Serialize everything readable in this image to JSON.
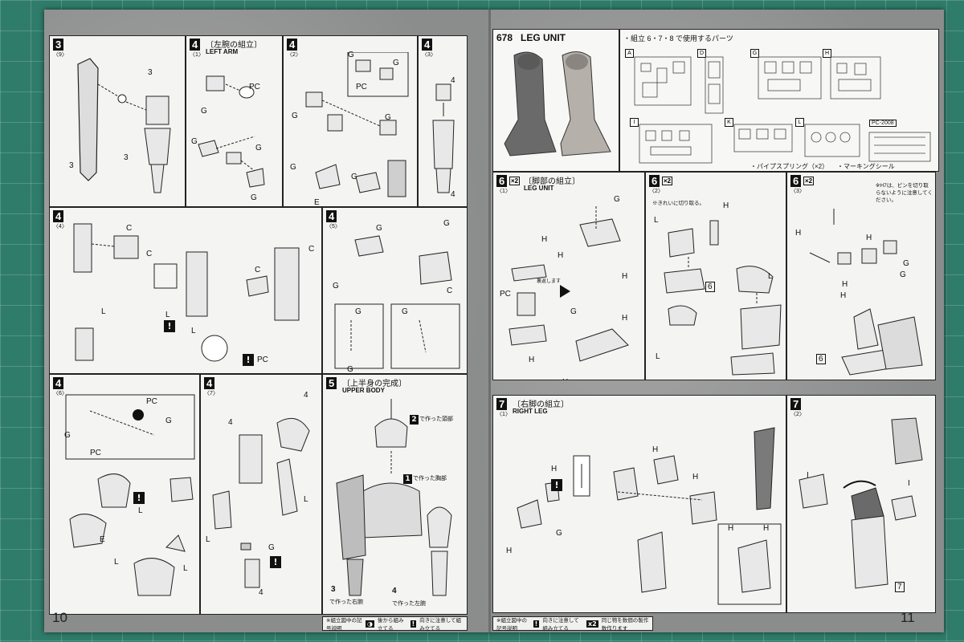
{
  "left_page": {
    "page_number": "10",
    "legend": {
      "title": "※組立図中の記号説明",
      "items": [
        {
          "symbol": "◑",
          "text": "後から組み立てる"
        },
        {
          "symbol": "!",
          "text": "向きに注意して組み立てる"
        }
      ]
    },
    "steps": [
      {
        "number": "3",
        "sub": "〈9〉",
        "parts": [
          "3",
          "3",
          "3"
        ]
      },
      {
        "number": "4",
        "sub": "〈1〉",
        "title_jp": "〔左腕の組立〕",
        "title_en": "LEFT ARM",
        "parts": [
          "PC",
          "G",
          "G",
          "G",
          "G"
        ]
      },
      {
        "number": "4",
        "sub": "〈2〉",
        "parts": [
          "G",
          "G",
          "PC",
          "G",
          "G",
          "G",
          "G",
          "E"
        ]
      },
      {
        "number": "4",
        "sub": "〈3〉",
        "parts": [
          "4",
          "4"
        ]
      },
      {
        "number": "4",
        "sub": "〈4〉",
        "parts": [
          "C",
          "C",
          "C",
          "C",
          "L",
          "L",
          "L",
          "PC"
        ]
      },
      {
        "number": "4",
        "sub": "〈5〉",
        "parts": [
          "G",
          "G",
          "G",
          "G",
          "G",
          "G",
          "C"
        ]
      },
      {
        "number": "4",
        "sub": "〈6〉",
        "parts": [
          "PC",
          "G",
          "G",
          "PC",
          "L",
          "E",
          "L",
          "L"
        ]
      },
      {
        "number": "4",
        "sub": "〈7〉",
        "parts": [
          "4",
          "4",
          "L",
          "L",
          "G",
          "4"
        ]
      },
      {
        "number": "5",
        "title_jp": "〔上半身の完成〕",
        "title_en": "UPPER BODY",
        "notes": [
          "で作った頭部",
          "で作った胸部",
          "で作った右腕",
          "で作った左腕"
        ],
        "refs": [
          "2",
          "1",
          "3",
          "4"
        ]
      }
    ]
  },
  "right_page": {
    "page_number": "11",
    "header": {
      "steps_label": "678",
      "title": "LEG UNIT",
      "parts_note": "・組立 6・7・8 で使用するパーツ",
      "runners": [
        "A",
        "D",
        "G",
        "H",
        "I",
        "K",
        "L"
      ],
      "pc_label": "PC-2008",
      "footnotes": [
        "・パイプスプリング（×2）",
        "・マーキングシール"
      ]
    },
    "legend": {
      "title": "※組立図中の記号説明",
      "items": [
        {
          "symbol": "!",
          "text": "向きに注意して組み立てる"
        },
        {
          "symbol": "x2",
          "text": "同じ物を数個の製作数作ります"
        }
      ]
    },
    "steps": [
      {
        "number": "6",
        "sub": "〈1〉",
        "multiplier": "×2",
        "title_jp": "〔脚部の組立〕",
        "title_en": "LEG UNIT",
        "parts": [
          "G",
          "H",
          "H",
          "H",
          "PC",
          "H",
          "G",
          "H",
          "H"
        ],
        "notes": [
          "裏返します"
        ]
      },
      {
        "number": "6",
        "sub": "〈2〉",
        "multiplier": "×2",
        "parts": [
          "H",
          "L",
          "6",
          "L",
          "L",
          "L"
        ],
        "notes": [
          "※きれいに切り取る。"
        ]
      },
      {
        "number": "6",
        "sub": "〈3〉",
        "multiplier": "×2",
        "parts": [
          "H",
          "H",
          "G",
          "G",
          "H",
          "H",
          "6"
        ],
        "notes": [
          "※H7は、ピンを切り取らないように注意してください。"
        ]
      },
      {
        "number": "7",
        "sub": "〈1〉",
        "title_jp": "〔右脚の組立〕",
        "title_en": "RIGHT LEG",
        "parts": [
          "H",
          "H",
          "H",
          "G",
          "H",
          "H",
          "H"
        ]
      },
      {
        "number": "7",
        "sub": "〈2〉",
        "parts": [
          "I",
          "I",
          "7"
        ]
      }
    ]
  },
  "colors": {
    "mat": "#2f7c6a",
    "panel": "#f4f4f2",
    "ink": "#111111",
    "cover": "#9a9b9b"
  }
}
